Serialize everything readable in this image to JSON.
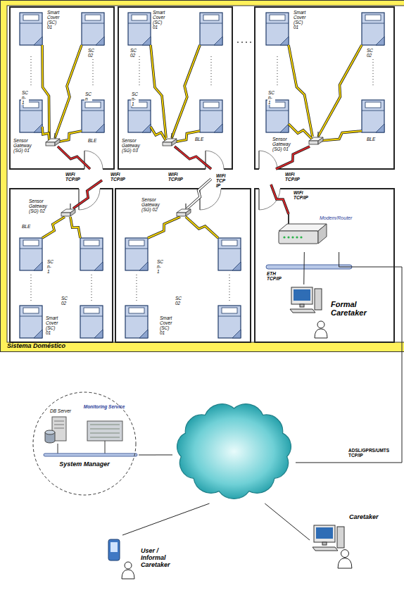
{
  "diagram": {
    "nodes": [
      {
        "text": [
          "Sistema Doméstico"
        ]
      },
      {
        "text": [
          "Modem/Router"
        ],
        "in": 0
      },
      {
        "text": [
          "Formal Caretaker"
        ],
        "in": 0
      },
      {
        "text": [
          "System Manager"
        ]
      },
      {
        "text": [
          "DB Server"
        ],
        "in": 3
      },
      {
        "text": [
          "Monitoring Service"
        ],
        "in": 3
      },
      {
        "text": []
      },
      {
        "text": [
          "User / Informal Caretaker"
        ]
      },
      {
        "text": [
          "Caretaker"
        ]
      }
    ],
    "edges": [
      {
        "from": 1,
        "to": 2,
        "arrow": "none"
      },
      {
        "from": 1,
        "to": 6,
        "arrow": "none",
        "label": "ADSL/GPRS/UMTS TCP/IP"
      },
      {
        "from": 3,
        "to": 6,
        "arrow": "none"
      },
      {
        "from": 6,
        "to": 7,
        "arrow": "none"
      },
      {
        "from": 6,
        "to": 8,
        "arrow": "none"
      }
    ],
    "labels": [
      "Smart Cover (SC) 01",
      "SC 02",
      "SC n-1",
      "SC n",
      "BLE",
      "Sensor Gateway (SG) 01",
      "WiFi TCP/IP",
      "Smart Cover (SC) 01",
      "SC 02",
      "SC n-1",
      "BLE",
      "Sensor Gateway (SG) 03",
      "WiFi TCP/IP",
      "Smart Cover (SC) 01",
      "SC 02",
      "SC n-1",
      "BLE",
      "Sensor Gateway (SG) 01",
      "WiFi TCP/IP",
      "WiFi TCP/IP",
      "Sensor Gateway (SG) 02",
      "BLE",
      "SC n-1",
      "SC 02",
      "Smart Cover (SC) 01",
      "WiFi TCP IP",
      "Sensor Gateway (SG) 02",
      "SC n-1",
      "SC 02",
      "Smart Cover (SC) 01",
      "WiFi TCP/IP",
      "ETH TCP/IP"
    ]
  }
}
